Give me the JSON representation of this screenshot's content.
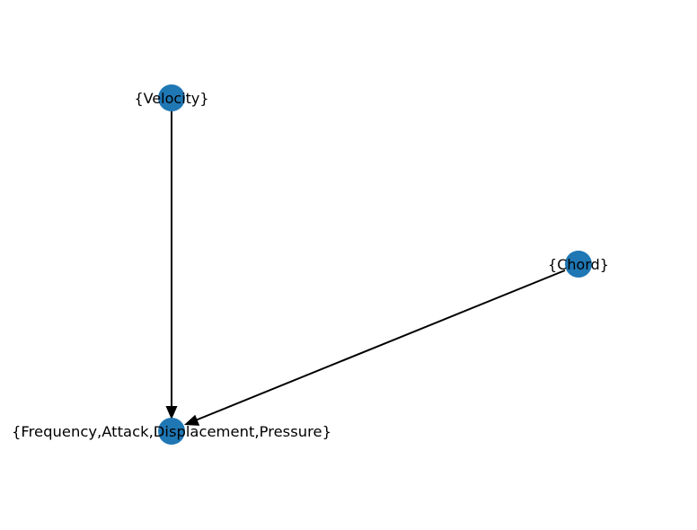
{
  "diagram": {
    "colors": {
      "node_fill": "#1f77b4",
      "edge": "#000000",
      "label": "#000000",
      "background": "#ffffff"
    },
    "nodes": [
      {
        "id": "velocity",
        "label": "{Velocity}"
      },
      {
        "id": "chord",
        "label": "{Chord}"
      },
      {
        "id": "target",
        "label": "{Frequency,Attack,Displacement,Pressure}"
      }
    ],
    "edges": [
      {
        "from": "velocity",
        "to": "target"
      },
      {
        "from": "chord",
        "to": "target"
      }
    ]
  }
}
